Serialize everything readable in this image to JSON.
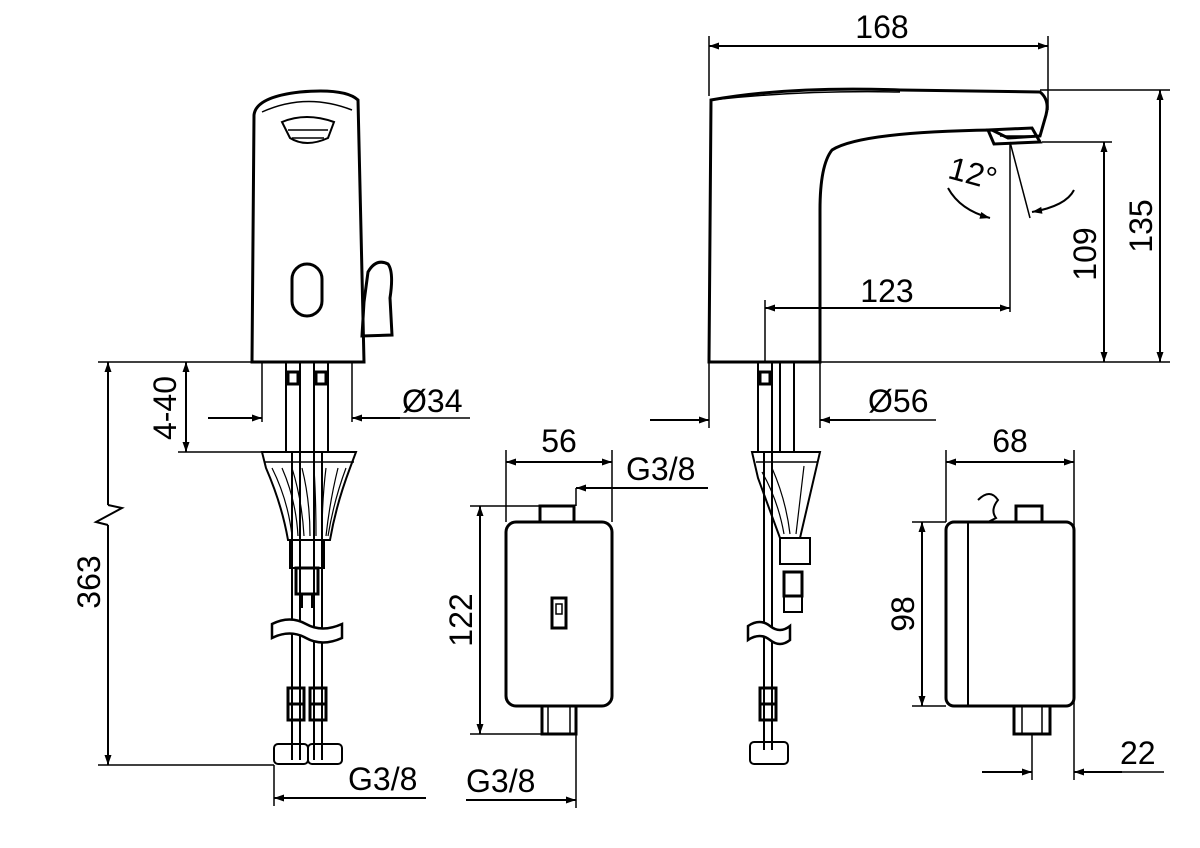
{
  "labels": {
    "dim_168": "168",
    "dim_135": "135",
    "dim_109": "109",
    "dim_123": "123",
    "angle_12": "12°",
    "dia_56": "Ø56",
    "dia_34": "Ø34",
    "range_4_40": "4-40",
    "dim_363": "363",
    "thread_g38_bottom_left": "G3/8",
    "dim_56_box": "56",
    "thread_g38_box_top": "G3/8",
    "dim_122": "122",
    "thread_g38_box_bottom": "G3/8",
    "dim_68": "68",
    "dim_98": "98",
    "dim_22": "22"
  }
}
